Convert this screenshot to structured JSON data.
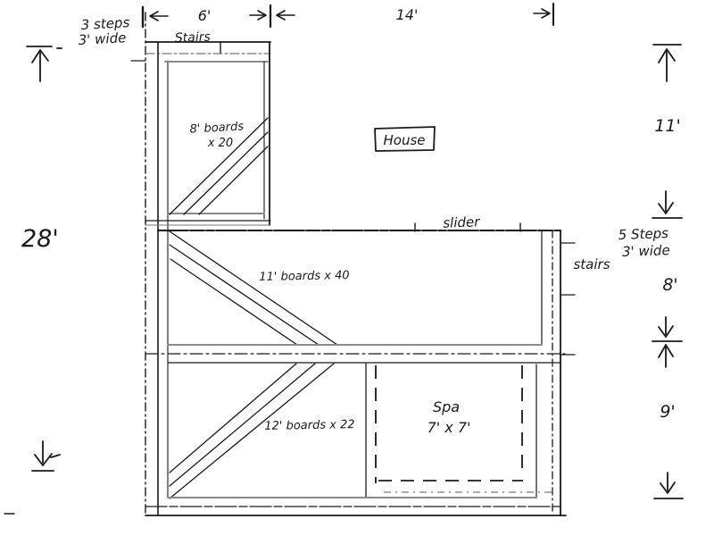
{
  "drawing": {
    "subject": "deck-plan-sketch",
    "ink_color": "#1a1a1a",
    "faint_line_color": "#8a8a8a",
    "background": "#ffffff"
  },
  "dimensions": {
    "top_stairs_width": "6'",
    "top_main_width": "14'",
    "left_total_height": "28'",
    "right_upper_height": "11'",
    "right_middle_height": "8'",
    "right_lower_height": "9'"
  },
  "annotations": {
    "steps_top_left_line1": "3 steps",
    "steps_top_left_line2": "3' wide",
    "stairs_top": "Stairs",
    "house": "House",
    "slider": "slider",
    "stairs_right": "stairs",
    "steps_right_line1": "5 Steps",
    "steps_right_line2": "3' wide",
    "spa_line1": "Spa",
    "spa_line2": "7' x 7'"
  },
  "materials": {
    "upper_deck_line1": "8' boards",
    "upper_deck_line2": "x 20",
    "middle_deck": "11' boards x 40",
    "lower_deck": "12' boards x 22"
  }
}
